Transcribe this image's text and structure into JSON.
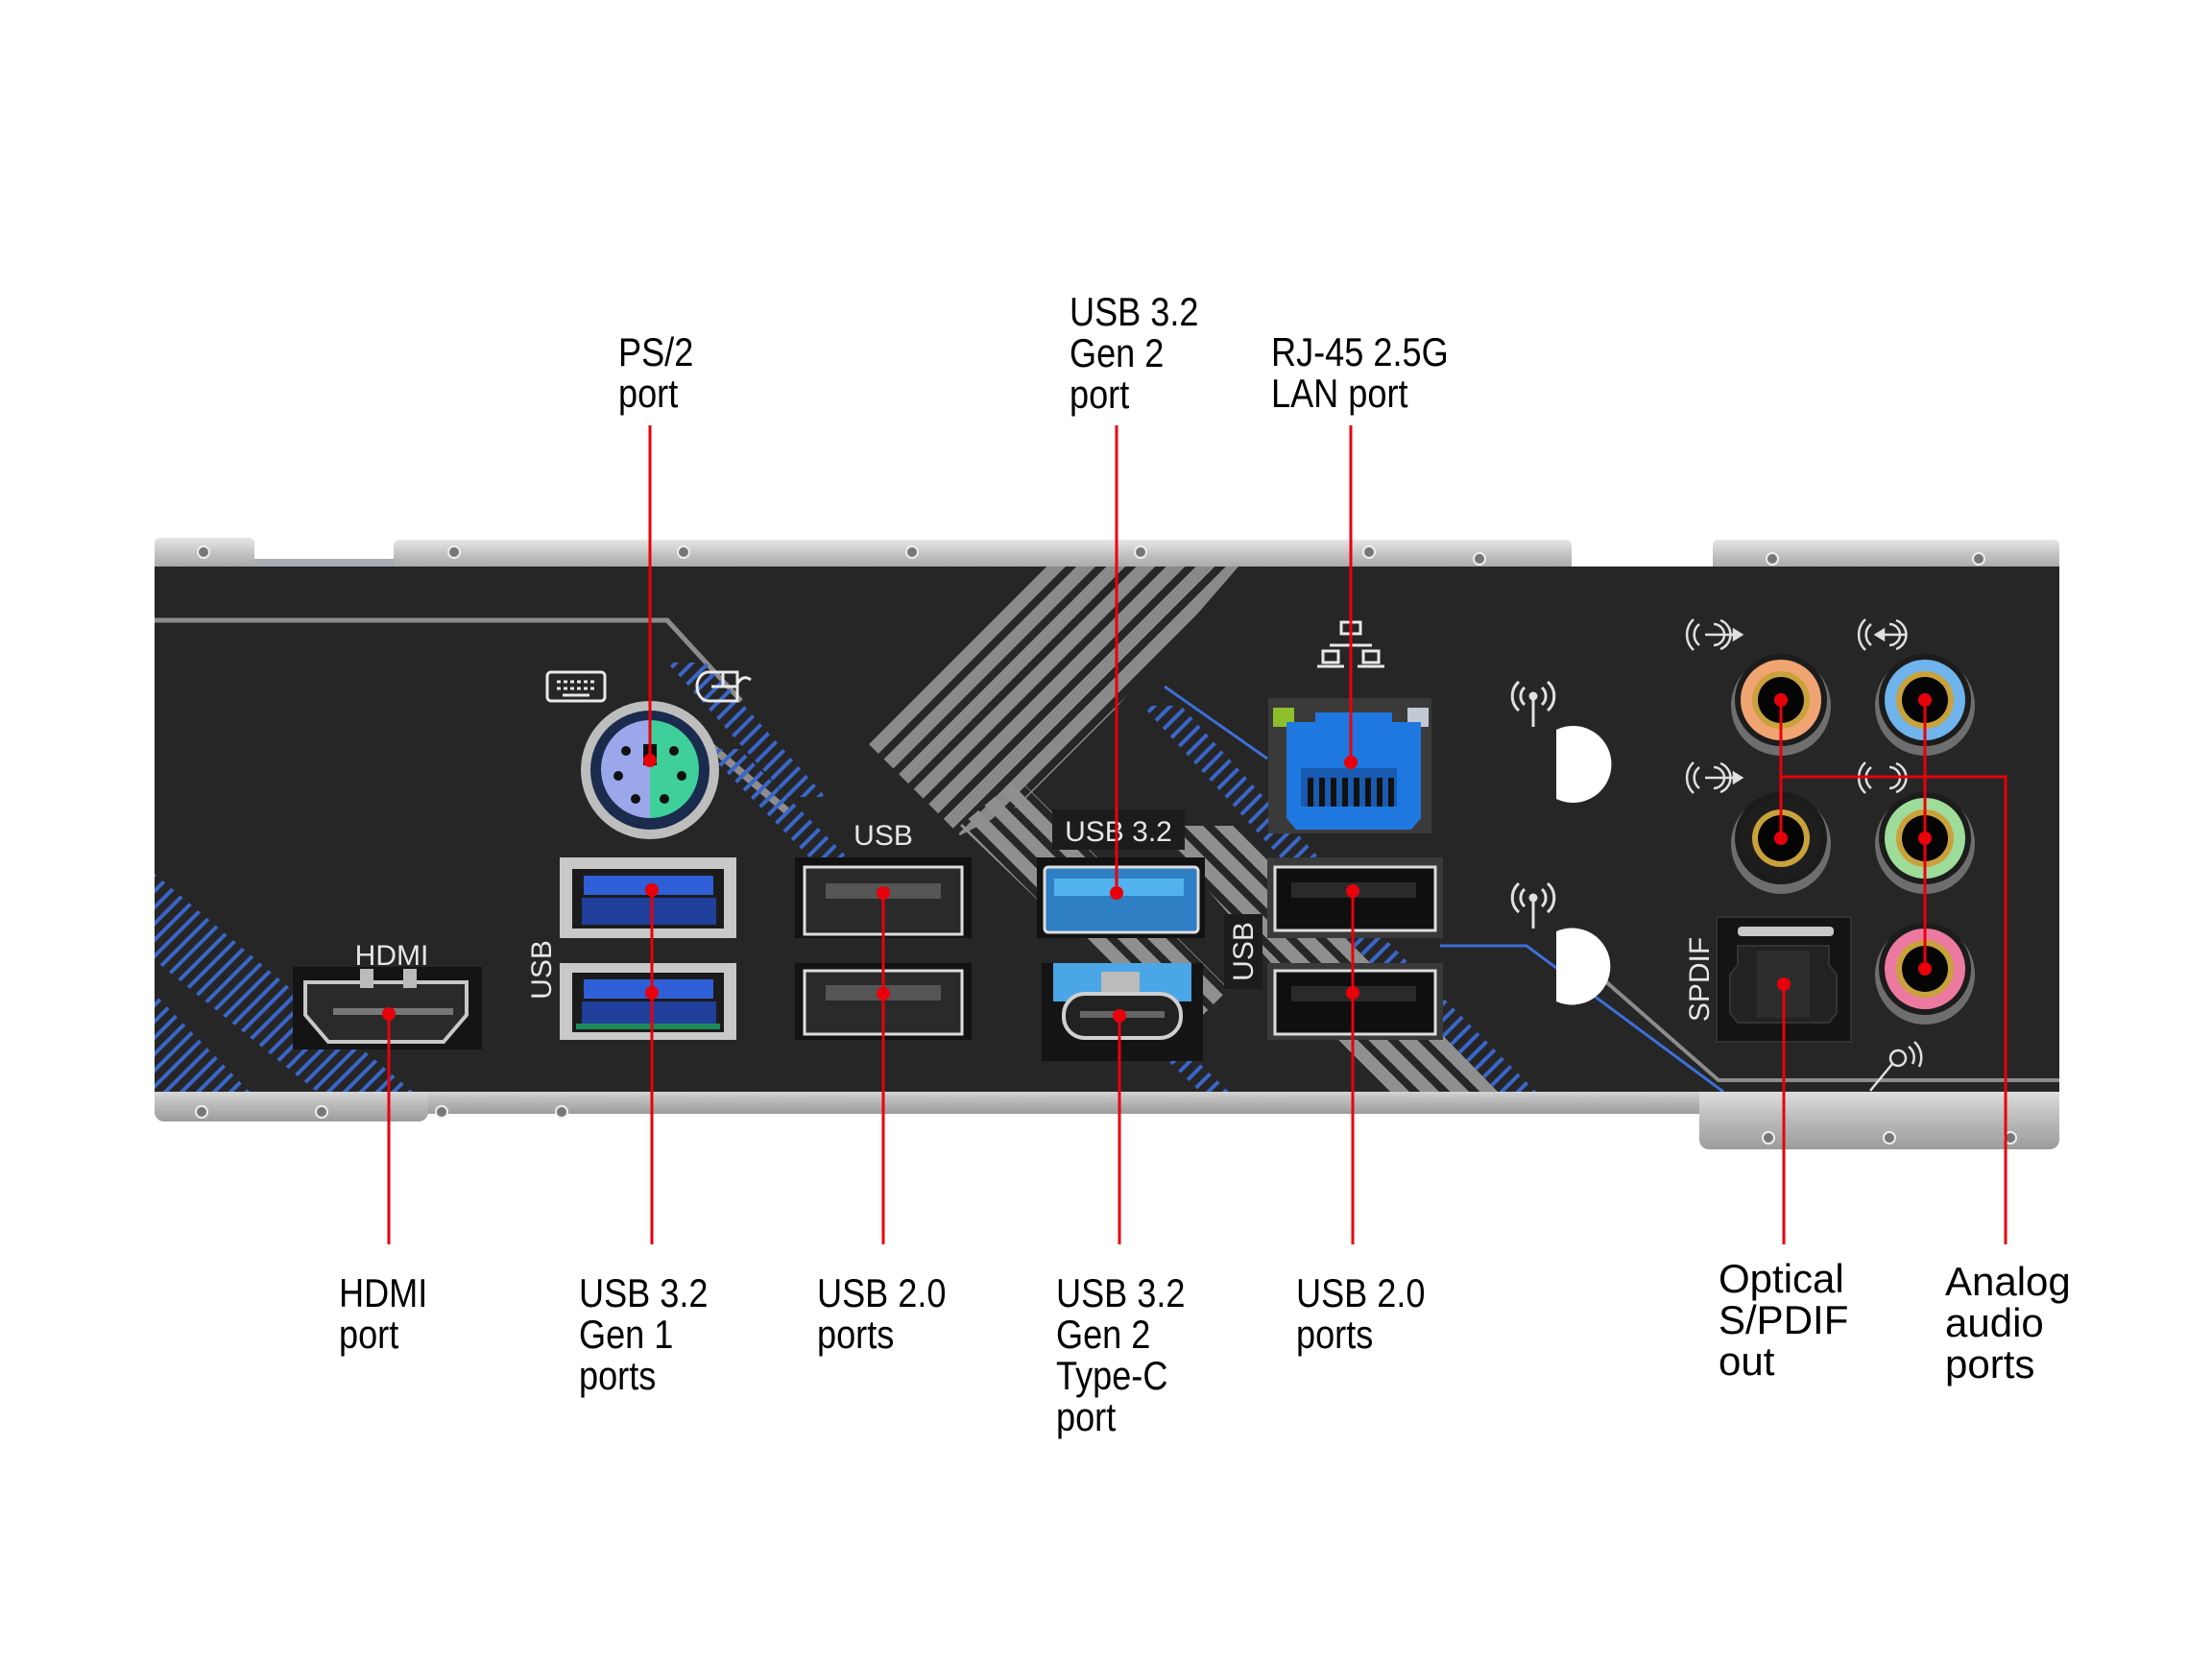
{
  "figure": {
    "title": "Motherboard rear I/O panel port callouts",
    "background": "#ffffff",
    "callout_color": "#e8000b",
    "panel_color": "#262626"
  },
  "panel_labels": {
    "hdmi": "HDMI",
    "usb_left": "USB",
    "usb_mid": "USB",
    "usb_32": "USB 3.2",
    "usb_right": "USB",
    "spdif": "SPDIF"
  },
  "panel_icons": [
    {
      "name": "keyboard-icon"
    },
    {
      "name": "mouse-icon"
    },
    {
      "name": "network-icon"
    },
    {
      "name": "wifi-antenna-icon"
    },
    {
      "name": "wifi-antenna-icon"
    },
    {
      "name": "line-in-icon"
    },
    {
      "name": "line-out-icon"
    },
    {
      "name": "rear-speaker-icon"
    },
    {
      "name": "side-speaker-icon"
    },
    {
      "name": "microphone-icon"
    }
  ],
  "ports": {
    "ps2": {
      "colors": [
        "#9aa7ea",
        "#3fcf9a"
      ]
    },
    "usb32_gen1": {
      "color": "#2f5fd6",
      "count": 2
    },
    "usb20_left": {
      "color": "#1a1a1a",
      "count": 2
    },
    "usb32_gen2_a": {
      "color": "#41a5e6"
    },
    "usb32_gen2_c": {
      "color": "#41a5e6"
    },
    "rj45": {
      "color": "#1f78e0"
    },
    "usb20_right": {
      "color": "#111111",
      "count": 2
    },
    "audio_jacks": [
      {
        "role": "rear-speaker",
        "color": "#f0a472"
      },
      {
        "role": "line-in",
        "color": "#6fb4ec"
      },
      {
        "role": "center-subwoofer",
        "color": "#1e1e1e"
      },
      {
        "role": "line-out",
        "color": "#9edc9a"
      },
      {
        "role": "mic-in",
        "color": "#ec7aa0"
      }
    ]
  },
  "callouts_top": [
    {
      "id": "ps2",
      "lines": [
        "PS/2",
        "port"
      ]
    },
    {
      "id": "usb32_gen2",
      "lines": [
        "USB 3.2",
        "Gen 2",
        "port"
      ]
    },
    {
      "id": "rj45",
      "lines": [
        "RJ-45 2.5G",
        "LAN port"
      ]
    }
  ],
  "callouts_bottom": [
    {
      "id": "hdmi",
      "lines": [
        "HDMI",
        "port"
      ]
    },
    {
      "id": "usb32_gen1",
      "lines": [
        "USB 3.2",
        "Gen 1",
        "ports"
      ]
    },
    {
      "id": "usb20_left",
      "lines": [
        "USB 2.0",
        "ports"
      ]
    },
    {
      "id": "usb32_gen2_c",
      "lines": [
        "USB 3.2",
        "Gen 2",
        "Type-C",
        "port"
      ]
    },
    {
      "id": "usb20_right",
      "lines": [
        "USB 2.0",
        "ports"
      ]
    },
    {
      "id": "spdif",
      "lines": [
        "Optical",
        "S/PDIF",
        "out"
      ]
    },
    {
      "id": "audio",
      "lines": [
        "Analog",
        "audio",
        "ports"
      ]
    }
  ]
}
